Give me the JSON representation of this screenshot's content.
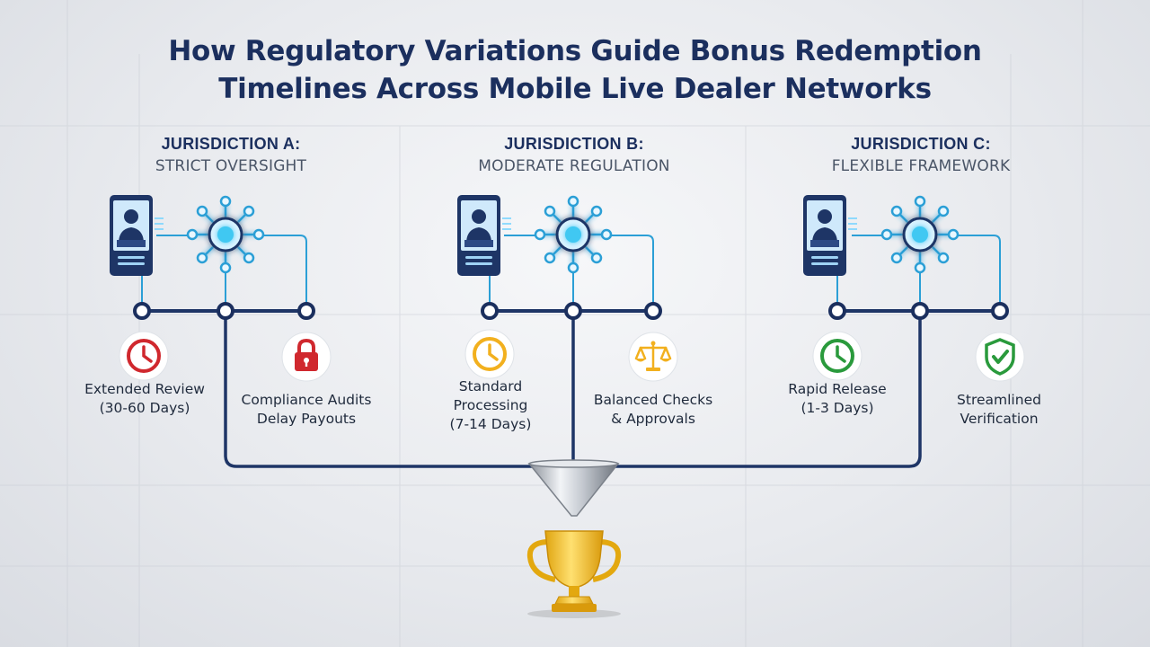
{
  "title": {
    "line1": "How Regulatory Variations Guide Bonus Redemption",
    "line2": "Timelines Across Mobile Live Dealer Networks"
  },
  "jurisdictions": [
    {
      "name": "JURISDICTION A:",
      "subtitle": "STRICT OVERSIGHT",
      "timeline_icon": "clock-icon-red",
      "timeline_label": [
        "Extended Review",
        "(30-60 Days)"
      ],
      "requirement_icon": "lock-icon",
      "requirement_label": [
        "Compliance Audits",
        "Delay Payouts"
      ]
    },
    {
      "name": "JURISDICTION B:",
      "subtitle": "MODERATE REGULATION",
      "timeline_icon": "clock-icon-yellow",
      "timeline_label": [
        "Standard",
        "Processing",
        "(7-14 Days)"
      ],
      "requirement_icon": "scales-icon",
      "requirement_label": [
        "Balanced Checks",
        "& Approvals"
      ]
    },
    {
      "name": "JURISDICTION C:",
      "subtitle": "FLEXIBLE FRAMEWORK",
      "timeline_icon": "clock-icon-green",
      "timeline_label": [
        "Rapid Release",
        "(1-3 Days)"
      ],
      "requirement_icon": "shield-check-icon",
      "requirement_label": [
        "Streamlined",
        "Verification"
      ]
    }
  ],
  "colors": {
    "navy": "#1b2f5e",
    "line": "#1e3566",
    "red": "#d0282e",
    "yellow": "#f2b01e",
    "green": "#2a9a3c",
    "glow": "#3fb6e8",
    "gold": "#f2c21a"
  },
  "icons": {
    "device": "mobile-live-dealer-icon",
    "network": "network-hub-icon",
    "funnel": "funnel-icon",
    "trophy": "trophy-icon"
  }
}
